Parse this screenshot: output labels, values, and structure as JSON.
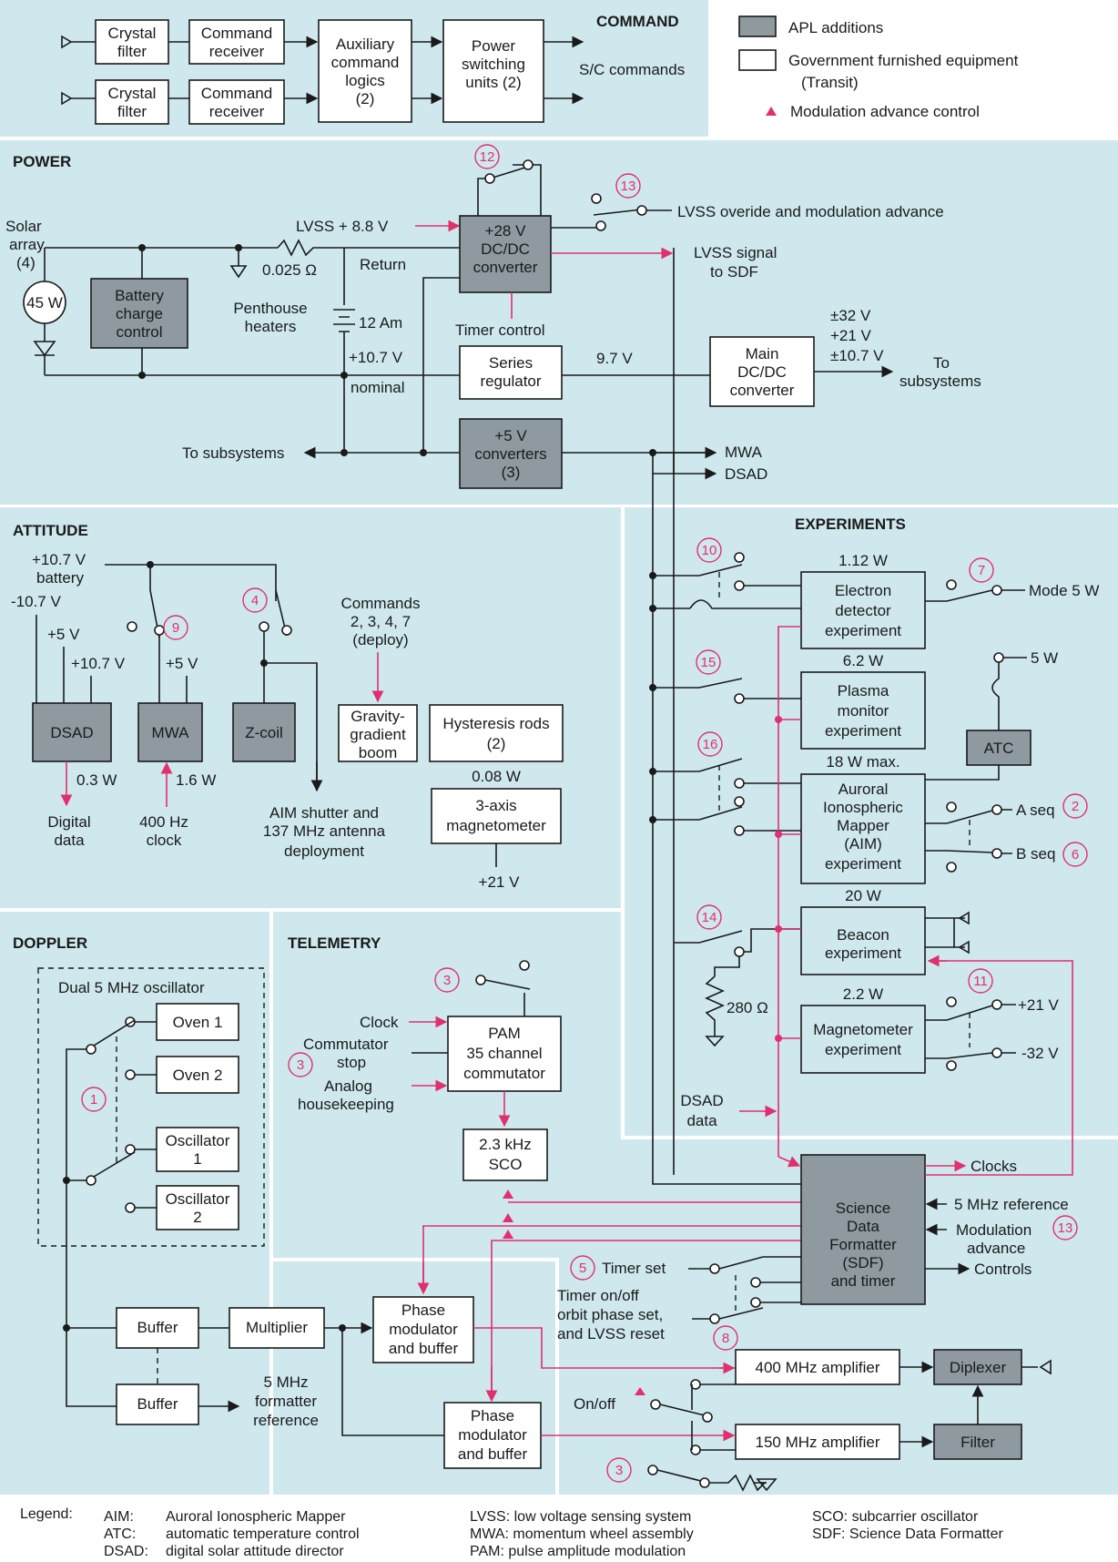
{
  "sections": {
    "command": "COMMAND",
    "power": "POWER",
    "attitude": "ATTITUDE",
    "experiments": "EXPERIMENTS",
    "doppler": "DOPPLER",
    "telemetry": "TELEMETRY"
  },
  "legend_key": {
    "apl": "APL additions",
    "gfe_1": "Government furnished equipment",
    "gfe_2": "(Transit)",
    "mod": "Modulation advance control"
  },
  "command": {
    "crystal": [
      "Crystal",
      "filter"
    ],
    "receiver": [
      "Command",
      "receiver"
    ],
    "aux": [
      "Auxiliary",
      "command",
      "logics",
      "(2)"
    ],
    "psu": [
      "Power",
      "switching",
      "units (2)"
    ],
    "out": "S/C commands"
  },
  "power": {
    "solar": [
      "Solar",
      "array",
      "(4)"
    ],
    "solar_w": "45 W",
    "battery_ctrl": [
      "Battery",
      "charge",
      "control"
    ],
    "penthouse": [
      "Penthouse",
      "heaters"
    ],
    "resistor": "0.025 Ω",
    "lvss": "LVSS + 8.8 V",
    "return": "Return",
    "battery": "12 Am",
    "dcdc28": [
      "+28 V",
      "DC/DC",
      "converter"
    ],
    "lvss_override": "LVSS overide and modulation advance",
    "lvss_signal": [
      "LVSS signal",
      "to SDF"
    ],
    "timer": "Timer control",
    "v107": "+10.7 V",
    "nominal": "nominal",
    "series": [
      "Series",
      "regulator"
    ],
    "v97": "9.7 V",
    "main_dcdc": [
      "Main",
      "DC/DC",
      "converter"
    ],
    "outputs": [
      "±32 V",
      "+21 V",
      "±10.7 V"
    ],
    "to_sub": [
      "To",
      "subsystems"
    ],
    "conv5": [
      "+5 V",
      "converters",
      "(3)"
    ],
    "to_sub_left": "To subsystems",
    "mwa": "MWA",
    "dsad": "DSAD"
  },
  "attitude": {
    "battery": [
      "+10.7 V",
      "battery"
    ],
    "neg107": "-10.7 V",
    "p5a": "+5 V",
    "p107": "+10.7 V",
    "p5b": "+5 V",
    "dsad": "DSAD",
    "mwa": "MWA",
    "zcoil": "Z-coil",
    "dsad_w": "0.3 W",
    "mwa_w": "1.6 W",
    "digital": [
      "Digital",
      "data"
    ],
    "clock": [
      "400 Hz",
      "clock"
    ],
    "aim": [
      "AIM shutter and",
      "137 MHz antenna",
      "deployment"
    ],
    "commands": [
      "Commands",
      "2, 3, 4, 7",
      "(deploy)"
    ],
    "boom": [
      "Gravity-",
      "gradient",
      "boom"
    ],
    "hyst": [
      "Hysteresis rods",
      "(2)"
    ],
    "mag_w": "0.08 W",
    "mag": [
      "3-axis",
      "magnetometer"
    ],
    "mag_v": "+21 V"
  },
  "experiments": {
    "electron_w": "1.12 W",
    "electron": [
      "Electron",
      "detector",
      "experiment"
    ],
    "mode": "Mode 5 W",
    "plasma_w": "6.2 W",
    "plasma": [
      "Plasma",
      "monitor",
      "experiment"
    ],
    "atc_w": "5 W",
    "atc": "ATC",
    "aim_w": "18 W max.",
    "aim": [
      "Auroral",
      "Ionospheric",
      "Mapper",
      "(AIM)",
      "experiment"
    ],
    "aseq": "A seq",
    "bseq": "B seq",
    "beacon_w": "20 W",
    "beacon": [
      "Beacon",
      "experiment"
    ],
    "res": "280 Ω",
    "magexp_w": "2.2 W",
    "magexp": [
      "Magnetometer",
      "experiment"
    ],
    "p21": "+21 V",
    "n32": "-32 V",
    "dsad_data": [
      "DSAD",
      "data"
    ]
  },
  "doppler": {
    "dual": "Dual 5 MHz oscillator",
    "oven1": "Oven 1",
    "oven2": "Oven 2",
    "osc1": [
      "Oscillator",
      "1"
    ],
    "osc2": [
      "Oscillator",
      "2"
    ],
    "buffer": "Buffer",
    "mult": "Multiplier",
    "ref": [
      "5 MHz",
      "formatter",
      "reference"
    ]
  },
  "telemetry": {
    "clock": "Clock",
    "comm_stop": [
      "Commutator",
      "stop"
    ],
    "analog": [
      "Analog",
      "housekeeping"
    ],
    "pam": [
      "PAM",
      "35 channel",
      "commutator"
    ],
    "sco": [
      "2.3 kHz",
      "SCO"
    ],
    "sdf": [
      "Science",
      "Data",
      "Formatter",
      "(SDF)",
      "and timer"
    ],
    "clocks": "Clocks",
    "ref5": "5 MHz reference",
    "mod_adv": [
      "Modulation",
      "advance"
    ],
    "controls": "Controls",
    "timer_set": "Timer set",
    "timer_onoff": [
      "Timer on/off",
      "orbit phase set,",
      "and LVSS reset"
    ],
    "phase": [
      "Phase",
      "modulator",
      "and buffer"
    ],
    "amp400": "400 MHz amplifier",
    "amp150": "150 MHz amplifier",
    "diplexer": "Diplexer",
    "filter": "Filter",
    "onoff": "On/off"
  },
  "legend": {
    "title": "Legend:",
    "col1": [
      "AIM:",
      "ATC:",
      "DSAD:"
    ],
    "col1b": [
      "Auroral Ionospheric Mapper",
      "automatic temperature control",
      "digital solar attitude director"
    ],
    "col2": [
      "LVSS: low voltage sensing system",
      "MWA: momentum wheel assembly",
      "PAM:  pulse amplitude modulation"
    ],
    "col3": [
      "SCO: subcarrier oscillator",
      "SDF: Science Data Formatter"
    ]
  },
  "numbers": [
    "12",
    "13",
    "9",
    "4",
    "10",
    "7",
    "15",
    "16",
    "2",
    "6",
    "14",
    "11",
    "3",
    "3",
    "1",
    "5",
    "8",
    "13",
    "3"
  ],
  "colors": {
    "panel": "#cfe8ee",
    "apl_gray": "#8e9aa0",
    "pink": "#e0306e",
    "ink": "#1a1a1a"
  }
}
